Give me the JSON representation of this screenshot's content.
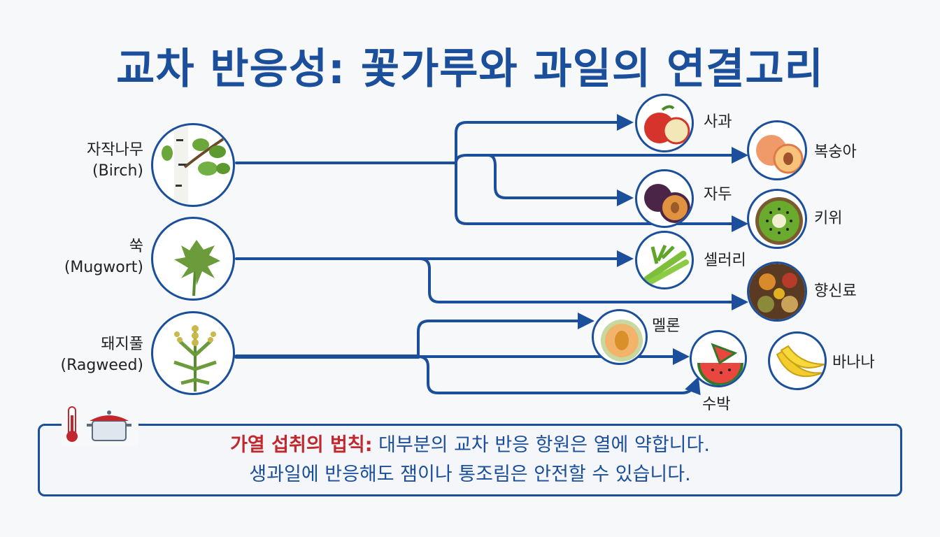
{
  "title": "교차 반응성: 꽃가루와 과일의 연결고리",
  "pollens": [
    {
      "name": "자작나무",
      "latin": "(Birch)",
      "icon": "birch-tree-icon"
    },
    {
      "name": "쑥",
      "latin": "(Mugwort)",
      "icon": "mugwort-leaf-icon"
    },
    {
      "name": "돼지풀",
      "latin": "(Ragweed)",
      "icon": "ragweed-plant-icon"
    }
  ],
  "foods": [
    {
      "name": "사과",
      "icon": "apple-icon"
    },
    {
      "name": "복숭아",
      "icon": "peach-icon"
    },
    {
      "name": "자두",
      "icon": "plum-icon"
    },
    {
      "name": "키위",
      "icon": "kiwi-icon"
    },
    {
      "name": "셀러리",
      "icon": "celery-icon"
    },
    {
      "name": "향신료",
      "icon": "spices-icon"
    },
    {
      "name": "멜론",
      "icon": "melon-icon"
    },
    {
      "name": "수박",
      "icon": "watermelon-icon"
    },
    {
      "name": "바나나",
      "icon": "banana-icon"
    }
  ],
  "connections": [
    {
      "from": "자작나무",
      "to": "사과"
    },
    {
      "from": "자작나무",
      "to": "복숭아"
    },
    {
      "from": "자작나무",
      "to": "자두"
    },
    {
      "from": "자작나무",
      "to": "키위"
    },
    {
      "from": "쑥",
      "to": "셀러리"
    },
    {
      "from": "쑥",
      "to": "향신료"
    },
    {
      "from": "돼지풀",
      "to": "멜론"
    },
    {
      "from": "돼지풀",
      "to": "수박"
    }
  ],
  "footer": {
    "rule_label": "가열 섭취의 법칙:",
    "line1": "대부분의 교차 반응 항원은 열에 약합니다.",
    "line2": "생과일에 반응해도 잼이나 통조림은 안전할 수 있습니다.",
    "icons": [
      "thermometer-icon",
      "cooking-pot-icon"
    ]
  },
  "colors": {
    "primary": "#1b4f9b",
    "accent": "#c0282d"
  }
}
